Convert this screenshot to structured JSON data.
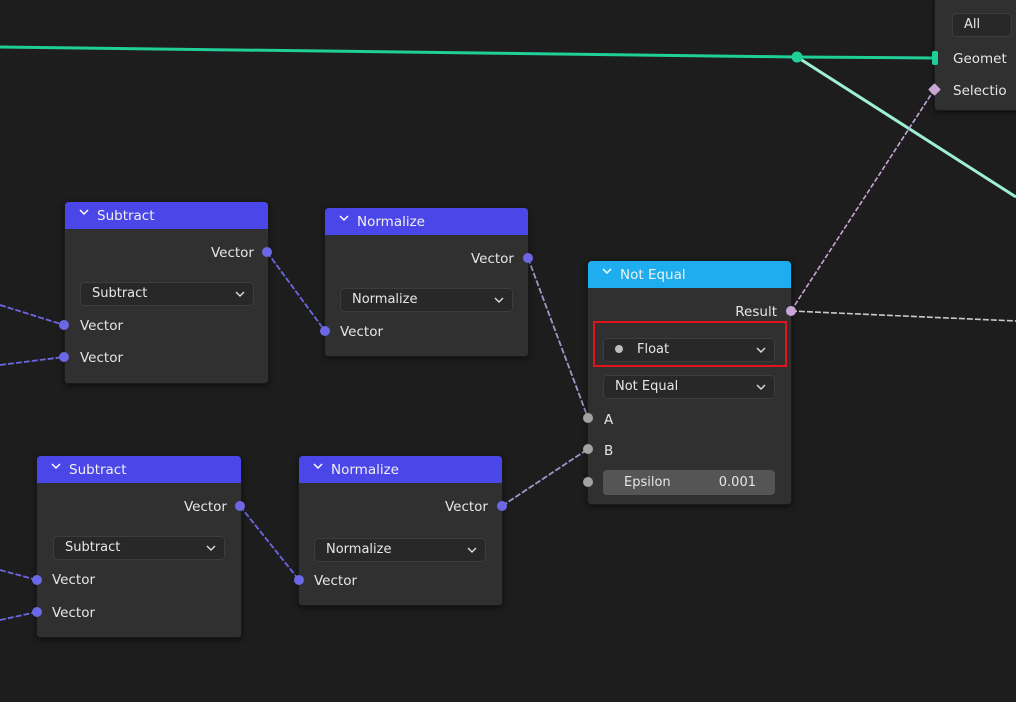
{
  "colors": {
    "background": "#1d1d1d",
    "vector_header": "#4a46e8",
    "compare_header": "#1eaef0",
    "vector_socket": "#6c67e4",
    "float_socket": "#a3a3a3",
    "bool_socket": "#c8a6d8",
    "geometry_wire": "#1fd7a0",
    "highlight": "#e0141a"
  },
  "nodes": {
    "subtract_top": {
      "title": "Subtract",
      "output": "Vector",
      "operation": "Subtract",
      "inputs": [
        "Vector",
        "Vector"
      ]
    },
    "normalize_top": {
      "title": "Normalize",
      "output": "Vector",
      "operation": "Normalize",
      "inputs": [
        "Vector"
      ]
    },
    "subtract_bottom": {
      "title": "Subtract",
      "output": "Vector",
      "operation": "Subtract",
      "inputs": [
        "Vector",
        "Vector"
      ]
    },
    "normalize_bottom": {
      "title": "Normalize",
      "output": "Vector",
      "operation": "Normalize",
      "inputs": [
        "Vector"
      ]
    },
    "not_equal": {
      "title": "Not Equal",
      "output": "Result",
      "data_type": "Float",
      "mode": "Not Equal",
      "input_a": "A",
      "input_b": "B",
      "epsilon_label": "Epsilon",
      "epsilon_value": "0.001"
    },
    "set_node": {
      "domain": "All",
      "input_geometry": "Geomet",
      "input_selection": "Selectio"
    }
  },
  "icons": {
    "collapse": "chevron-down-icon",
    "dropdown": "dropdown-arrow-icon"
  }
}
